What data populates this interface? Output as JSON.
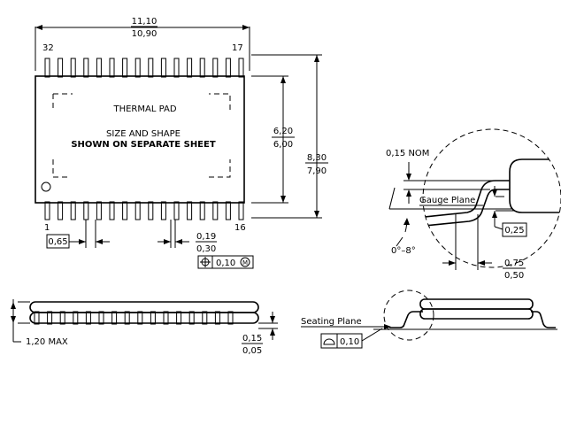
{
  "top_view": {
    "width_upper": "11,10",
    "width_lower": "10,90",
    "pin_top_left": "32",
    "pin_top_right": "17",
    "pin_bottom_left": "1",
    "pin_bottom_right": "16",
    "thermal_pad_label": "THERMAL PAD",
    "note_line1": "SIZE AND SHAPE",
    "note_line2": "SHOWN ON SEPARATE SHEET",
    "body_upper": "6,20",
    "body_lower": "6,00",
    "span_upper": "8,30",
    "span_lower": "7,90",
    "pitch": "0,65",
    "lead_w_upper": "0,19",
    "lead_w_lower": "0,30",
    "position_tolerance": "0,10",
    "position_modifier": "M"
  },
  "side_view": {
    "max_height": "1,20 MAX",
    "standoff_upper": "0,15",
    "standoff_lower": "0,05",
    "seating_plane_label": "Seating Plane",
    "flatness": "0,10"
  },
  "detail_view": {
    "nominal": "0,15 NOM",
    "gauge_plane_label": "Gauge Plane",
    "gauge_value": "0,25",
    "angle": "0°–8°",
    "foot_upper": "0,75",
    "foot_lower": "0,50"
  }
}
